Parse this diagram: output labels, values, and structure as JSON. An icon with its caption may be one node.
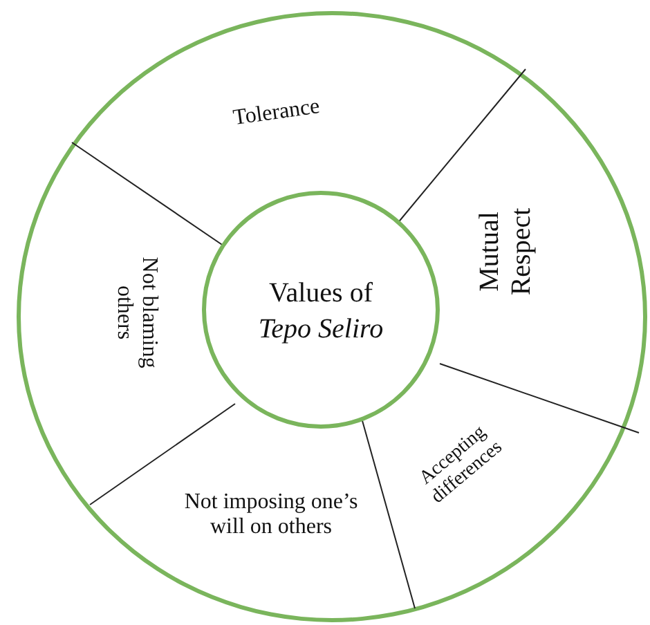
{
  "diagram": {
    "nodes": [
      {
        "text": [],
        "shape": "circle"
      },
      {
        "text": [
          "Values of *Tepo Seliro*"
        ],
        "in": 0
      },
      {
        "text": [
          "Tolerance"
        ],
        "in": 0
      },
      {
        "text": [
          "Mutual Respect"
        ],
        "in": 0
      },
      {
        "text": [
          "Accepting differences"
        ],
        "in": 0
      },
      {
        "text": [
          "Not imposing one’s will on others"
        ],
        "in": 0
      },
      {
        "text": [
          "Not blaming others"
        ],
        "in": 0
      }
    ]
  }
}
